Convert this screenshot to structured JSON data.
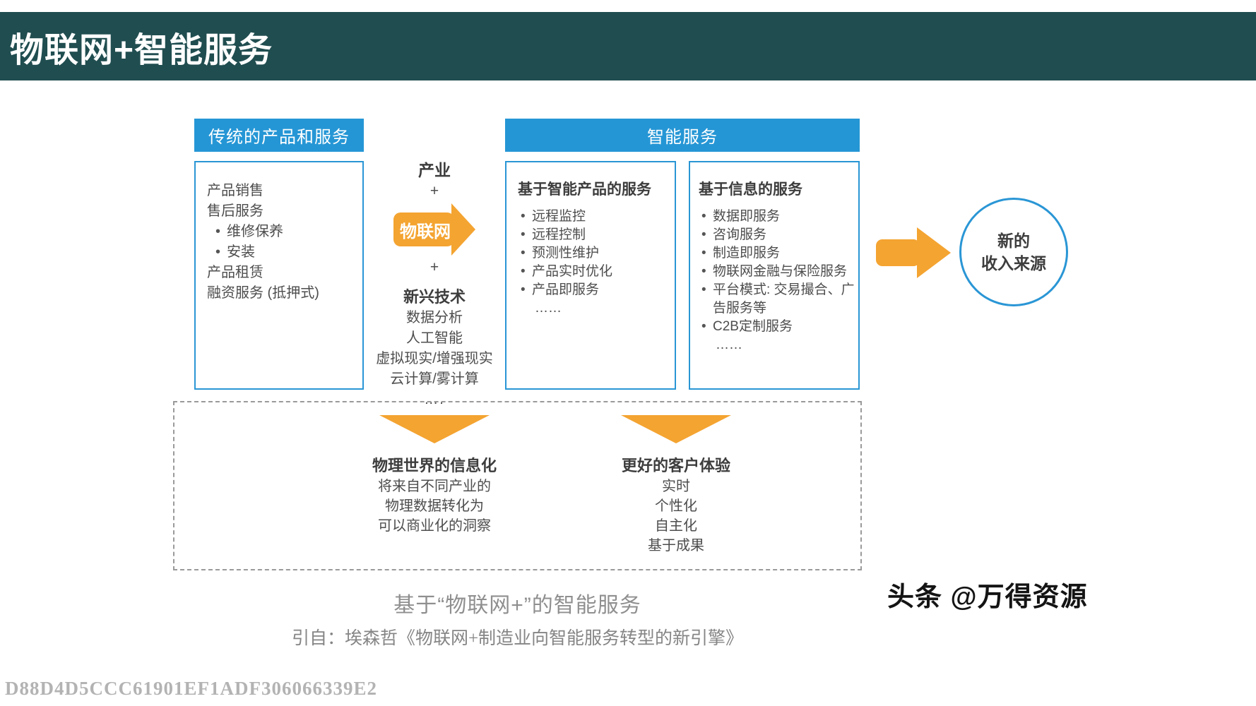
{
  "title_bar": {
    "title": "物联网+智能服务"
  },
  "traditional": {
    "header": "传统的产品和服务",
    "items": [
      {
        "text": "产品销售",
        "indent": false
      },
      {
        "text": "售后服务",
        "indent": false
      },
      {
        "text": "维修保养",
        "indent": true
      },
      {
        "text": "安装",
        "indent": true
      },
      {
        "text": "产品租赁",
        "indent": false
      },
      {
        "text": "融资服务 (抵押式)",
        "indent": false
      }
    ]
  },
  "middle": {
    "industry": "产业",
    "plus1": "+",
    "iot_label": "物联网",
    "plus2": "+",
    "tech_header": "新兴技术",
    "tech_items": [
      "数据分析",
      "人工智能",
      "虚拟现实/增强现实",
      "云计算/雾计算"
    ],
    "dots": "…."
  },
  "smart": {
    "header": "智能服务",
    "product_box": {
      "header": "基于智能产品的服务",
      "items": [
        "远程监控",
        "远程控制",
        "预测性维护",
        "产品实时优化",
        "产品即服务"
      ],
      "more": "……"
    },
    "info_box": {
      "header": "基于信息的服务",
      "items": [
        "数据即服务",
        "咨询服务",
        "制造即服务",
        "物联网金融与保险服务",
        "平台模式: 交易撮合、广告服务等",
        "C2B定制服务"
      ],
      "more": "……"
    }
  },
  "revenue_circle": {
    "line1": "新的",
    "line2": "收入来源"
  },
  "outcomes": {
    "left": {
      "header": "物理世界的信息化",
      "lines": [
        "将来自不同产业的",
        "物理数据转化为",
        "可以商业化的洞察"
      ]
    },
    "right": {
      "header": "更好的客户体验",
      "lines": [
        "实时",
        "个性化",
        "自主化",
        "基于成果"
      ]
    }
  },
  "caption": "基于“物联网+”的智能服务",
  "source": "引自：埃森哲《物联网+制造业向智能服务转型的新引擎》",
  "watermarks": {
    "code": "D88D4D5CCC61901EF1ADF306066339E2",
    "brand": "头条 @万得资源"
  },
  "colors": {
    "teal": "#204d50",
    "blue": "#2596d5",
    "orange": "#f4a431"
  }
}
